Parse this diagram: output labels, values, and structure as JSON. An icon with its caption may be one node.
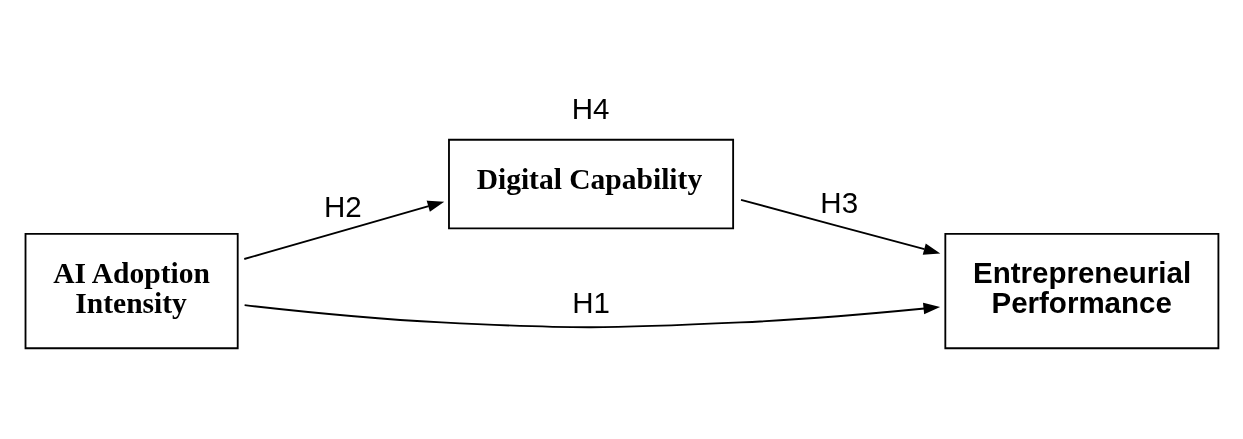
{
  "diagram": {
    "nodes": [
      {
        "text": [
          "AI Adoption Intensity"
        ]
      },
      {
        "text": [
          "Digital Capability"
        ],
        "beside": [
          "H4"
        ]
      },
      {
        "text": [
          "Entrepreneurial Performance"
        ]
      }
    ],
    "edges": [
      {
        "from": 0,
        "to": 2,
        "arrow": "to",
        "label": "H1"
      },
      {
        "from": 0,
        "to": 1,
        "arrow": "to",
        "label": "H2"
      },
      {
        "from": 1,
        "to": 2,
        "arrow": "to",
        "label": "H3"
      }
    ]
  }
}
